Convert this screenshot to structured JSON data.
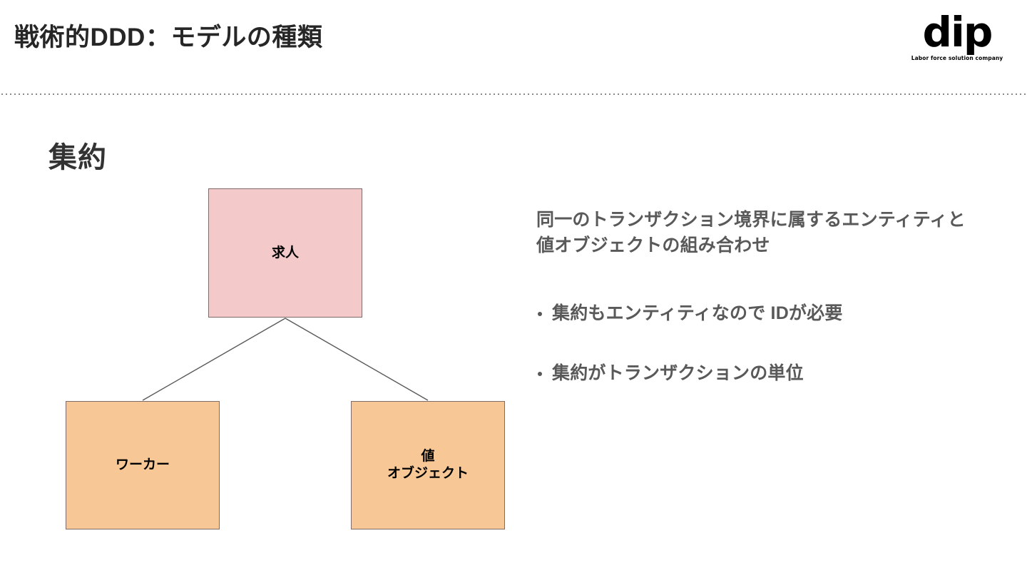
{
  "header": {
    "title": "戦術的DDD：モデルの種類",
    "logo": {
      "mark": "dip",
      "tagline": "Labor force solution company"
    }
  },
  "section": {
    "heading": "集約"
  },
  "diagram": {
    "nodes": [
      {
        "id": "root",
        "label": "求人",
        "color": "#f4c9c9"
      },
      {
        "id": "left",
        "label": "ワーカー",
        "color": "#f7c896"
      },
      {
        "id": "right",
        "label_line1": "値",
        "label_line2": "オブジェクト",
        "color": "#f7c896"
      }
    ],
    "edge_color": "#595959"
  },
  "content": {
    "description": "同一のトランザクション境界に属するエンティティと値オブジェクトの組み合わせ",
    "bullets": [
      "集約もエンティティなので IDが必要",
      "集約がトランザクションの単位"
    ]
  },
  "colors": {
    "title": "#262626",
    "body_text": "#595959",
    "heading": "#333333",
    "pink_fill": "#f4c9c9",
    "orange_fill": "#f7c896",
    "node_border": "#7f6a6a",
    "divider": "#6b6b6b"
  }
}
